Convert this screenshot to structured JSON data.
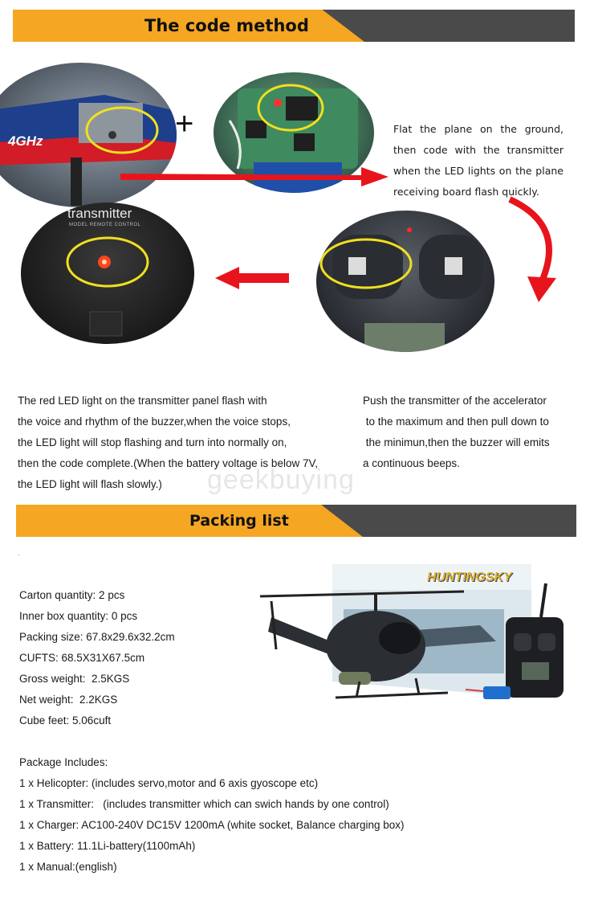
{
  "banners": {
    "code_method": "The code method",
    "packing_list": "Packing list"
  },
  "images": {
    "heli_label": "4GHz",
    "plus": "+",
    "transmitter_label": "transmitter",
    "transmitter_sub": "MODEL REMOTE CONTROL",
    "box_brand": "HUNTINGSKY"
  },
  "code_steps": {
    "step1": "Flat the plane on the ground, then code with the transmitter when the LED lights on the plane receiving board flash quickly.",
    "left_lines": [
      "The red LED light on the transmitter panel flash with",
      "the voice and rhythm of the buzzer,when the voice stops,",
      "the LED light will stop flashing and turn into normally on,",
      "then the code complete.(When the battery voltage is below 7V,",
      "the LED light will flash slowly.)"
    ],
    "right_lines": [
      "Push the transmitter of the accelerator",
      " to the maximum and then pull down to",
      " the minimun,then the buzzer will emits",
      "a continuous beeps."
    ]
  },
  "watermark": "geekbuying",
  "packing": {
    "dot": ".",
    "specs": [
      "Carton quantity: 2 pcs",
      "Inner box quantity: 0 pcs",
      "Packing size: 67.8x29.6x32.2cm",
      "CUFTS: 68.5X31X67.5cm",
      "Gross weight:  2.5KGS",
      "Net weight:  2.2KGS",
      "Cube feet: 5.06cuft"
    ],
    "includes_title": "Package Includes:",
    "includes": [
      "1 x Helicopter: (includes servo,motor and 6 axis gyoscope etc)",
      "1 x Transmitter:   (includes transmitter which can swich hands by one control)",
      "1 x Charger: AC100-240V DC15V 1200mA (white socket, Balance charging box)",
      "1 x Battery: 11.1Li-battery(1100mAh)",
      "1 x Manual:(english)"
    ]
  },
  "colors": {
    "banner_orange": "#f5a623",
    "banner_gray": "#4a4a4a",
    "arrow_red": "#e8141c",
    "circle_yellow": "#f0e020"
  }
}
